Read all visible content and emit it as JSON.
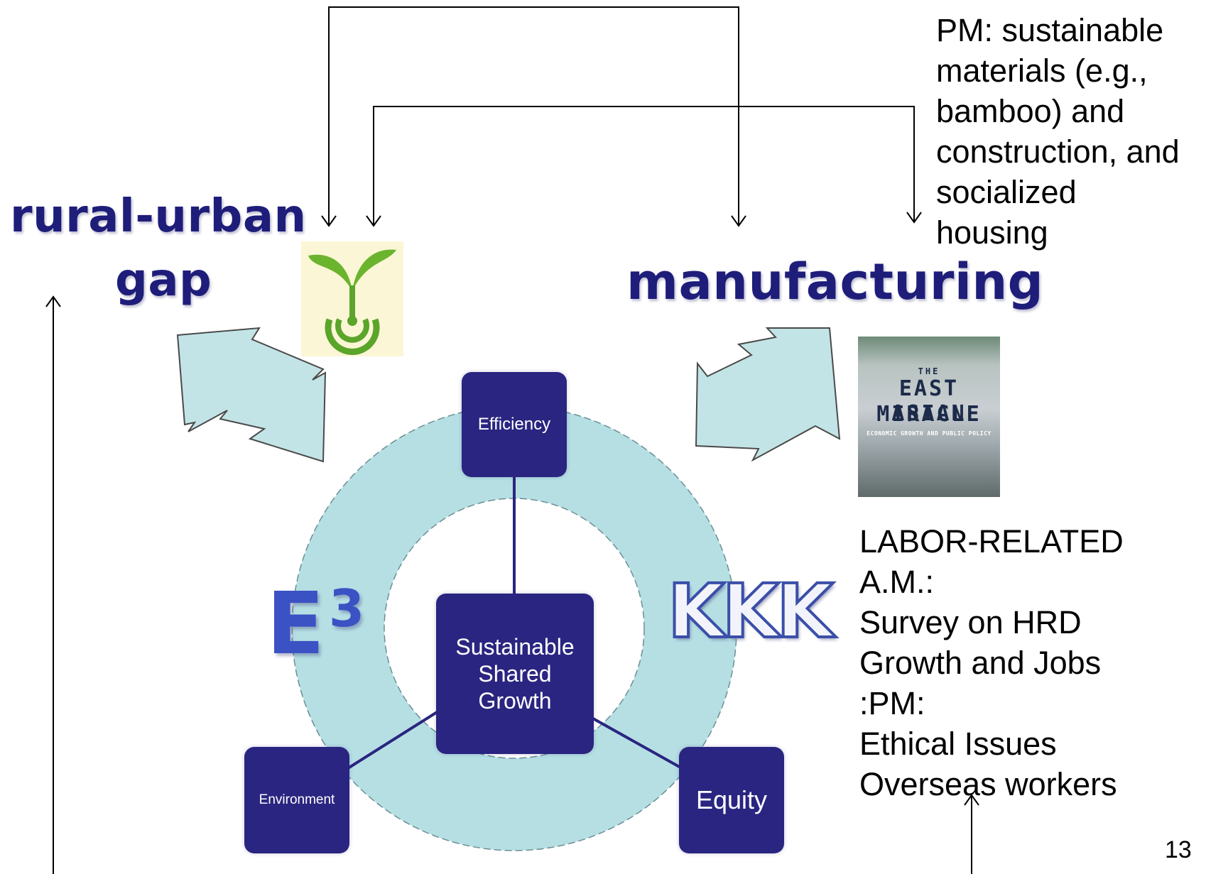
{
  "titles": {
    "rural_urban_line1": "rural-urban",
    "rural_urban_line2": "gap",
    "manufacturing": "manufacturing"
  },
  "pm_note": {
    "lines": [
      "PM: sustainable",
      "materials (e.g.,",
      "bamboo) and",
      "construction, and",
      "socialized",
      "housing"
    ]
  },
  "labor_note": {
    "lines": [
      "LABOR-RELATED",
      "A.M.:",
      "Survey on HRD",
      "Growth and Jobs",
      ":PM:",
      "Ethical Issues",
      "Overseas workers"
    ]
  },
  "nodes": {
    "efficiency": "Efficiency",
    "center_line1": "Sustainable",
    "center_line2": "Shared",
    "center_line3": "Growth",
    "environment": "Environment",
    "equity": "Equity"
  },
  "labels": {
    "e3_base": "E",
    "e3_exp": "3",
    "kkk": "KKK"
  },
  "book": {
    "line1": "THE",
    "line2": "EAST ASIAN",
    "line3": "MIRACLE",
    "subtitle": "ECONOMIC GROWTH AND PUBLIC POLICY"
  },
  "page_number": "13",
  "colors": {
    "ring": "#b6dfe4",
    "node": "#2a2580",
    "title": "#1f1d7a",
    "arrow_fill": "#c3e4e6",
    "seedling_green": "#5aa52a"
  }
}
